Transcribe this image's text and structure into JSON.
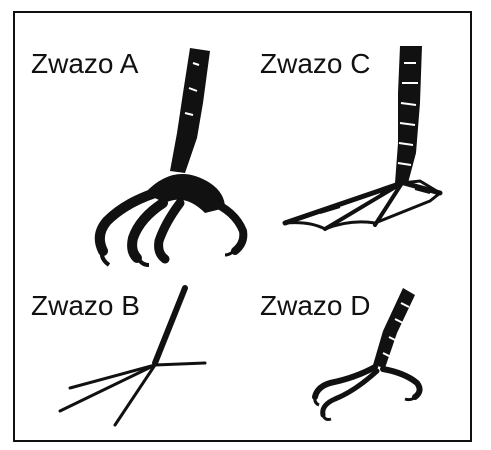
{
  "panels": [
    {
      "id": "A",
      "label": "Zwazo A",
      "icon": "raptor-talon-foot-icon"
    },
    {
      "id": "C",
      "label": "Zwazo C",
      "icon": "webbed-foot-icon"
    },
    {
      "id": "B",
      "label": "Zwazo B",
      "icon": "long-toed-wading-foot-icon"
    },
    {
      "id": "D",
      "label": "Zwazo D",
      "icon": "perching-foot-icon"
    }
  ],
  "colors": {
    "ink": "#111111",
    "background": "#ffffff"
  }
}
